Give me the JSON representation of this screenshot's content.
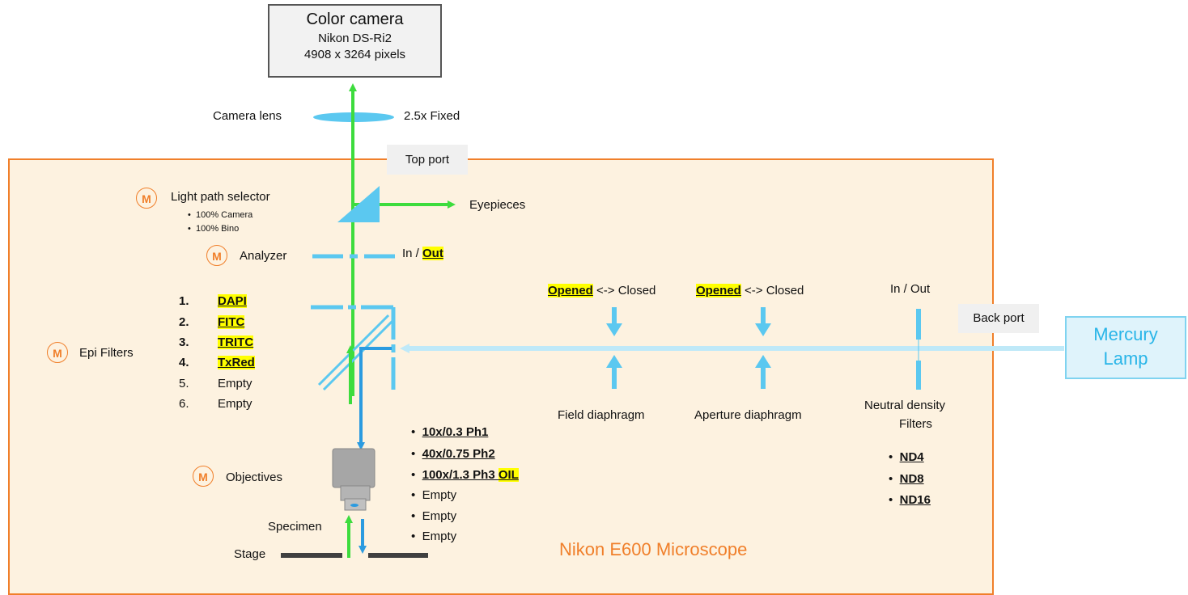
{
  "camera": {
    "title": "Color camera",
    "model": "Nikon DS-Ri2",
    "resolution": "4908 x 3264 pixels"
  },
  "camera_lens": {
    "label": "Camera lens",
    "setting": "2.5x Fixed"
  },
  "ports": {
    "top": "Top port",
    "back": "Back port"
  },
  "motor_badge": "M",
  "light_path": {
    "label": "Light path selector",
    "options": [
      "100% Camera",
      "100% Bino"
    ],
    "output": "Eyepieces"
  },
  "analyzer": {
    "label": "Analyzer",
    "state_prefix": "In / ",
    "state_active": "Out"
  },
  "epi_filters": {
    "label": "Epi Filters",
    "items": [
      {
        "num": "1.",
        "name": "DAPI",
        "active": true
      },
      {
        "num": "2.",
        "name": "FITC",
        "active": true
      },
      {
        "num": "3.",
        "name": "TRITC",
        "active": true
      },
      {
        "num": "4.",
        "name": "TxRed",
        "active": true
      },
      {
        "num": "5.",
        "name": "Empty",
        "active": false
      },
      {
        "num": "6.",
        "name": "Empty",
        "active": false
      }
    ]
  },
  "field_diaphragm": {
    "state_active": "Opened",
    "state_rest": " <-> Closed",
    "label": "Field diaphragm"
  },
  "aperture_diaphragm": {
    "state_active": "Opened",
    "state_rest": " <-> Closed",
    "label": "Aperture diaphragm"
  },
  "nd_filters": {
    "state": "In / Out",
    "label_line1": "Neutral density",
    "label_line2": "Filters",
    "items": [
      "ND4",
      "ND8",
      "ND16"
    ]
  },
  "lamp": {
    "line1": "Mercury",
    "line2": "Lamp"
  },
  "objectives": {
    "label": "Objectives",
    "items": [
      {
        "text": "10x/0.3 Ph1",
        "extra": ""
      },
      {
        "text": "40x/0.75 Ph2",
        "extra": ""
      },
      {
        "text": "100x/1.3 Ph3 ",
        "extra": "OIL"
      },
      {
        "text": "Empty",
        "extra": ""
      },
      {
        "text": "Empty",
        "extra": ""
      },
      {
        "text": "Empty",
        "extra": ""
      }
    ]
  },
  "specimen": "Specimen",
  "stage": "Stage",
  "microscope_title": "Nikon E600 Microscope",
  "bullet": "•",
  "colors": {
    "panel_fill": "#fdf2e0",
    "panel_border": "#f07f2a",
    "green_path": "#3ddc3d",
    "blue_path": "#2b9be0",
    "cyan": "#5bc8f0",
    "highlight": "#ffff00"
  }
}
